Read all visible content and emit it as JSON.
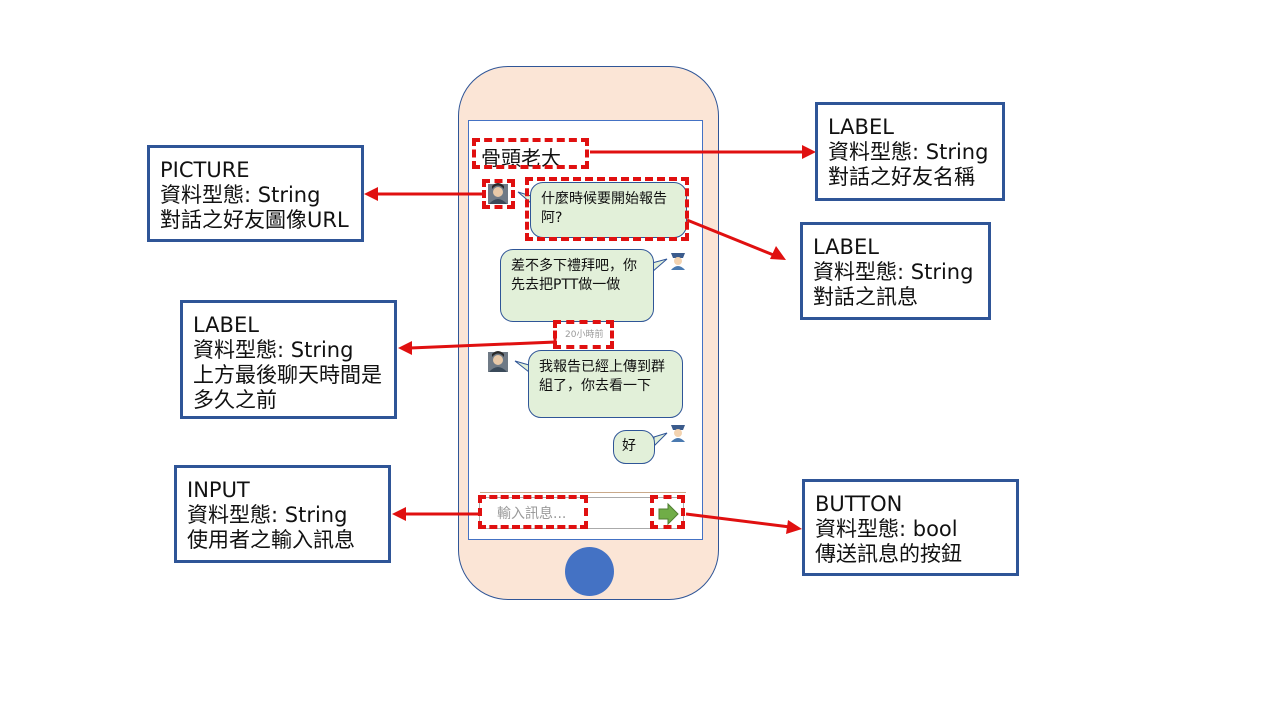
{
  "chat": {
    "friend_name": "骨頭老大",
    "messages": [
      {
        "side": "left",
        "text": "什麼時候要開始報告阿?"
      },
      {
        "side": "right",
        "text": "差不多下禮拜吧，你先去把PTT做一做"
      },
      {
        "timestamp": "20小時前"
      },
      {
        "side": "left",
        "text": "我報告已經上傳到群組了，你去看一下"
      },
      {
        "side": "right",
        "text": "好"
      }
    ],
    "input_placeholder": "輸入訊息...",
    "send_icon": "arrow-right-icon"
  },
  "annotations": {
    "picture": {
      "type": "PICTURE",
      "dtype": "資料型態: String",
      "desc": "對話之好友圖像URL"
    },
    "name_label": {
      "type": "LABEL",
      "dtype": "資料型態: String",
      "desc": "對話之好友名稱"
    },
    "msg_label": {
      "type": "LABEL",
      "dtype": "資料型態: String",
      "desc": "對話之訊息"
    },
    "time_label": {
      "type": "LABEL",
      "dtype": "資料型態: String",
      "desc1": "上方最後聊天時間是",
      "desc2": "多久之前"
    },
    "input": {
      "type": "INPUT",
      "dtype": "資料型態: String",
      "desc": "使用者之輸入訊息"
    },
    "button": {
      "type": "BUTTON",
      "dtype": "資料型態: bool",
      "desc": "傳送訊息的按鈕"
    }
  },
  "colors": {
    "phone_body": "#fbe5d6",
    "bubble": "#e2f0d9",
    "box_border": "#2f5597",
    "highlight": "#e01010",
    "home_button": "#4472c4"
  }
}
